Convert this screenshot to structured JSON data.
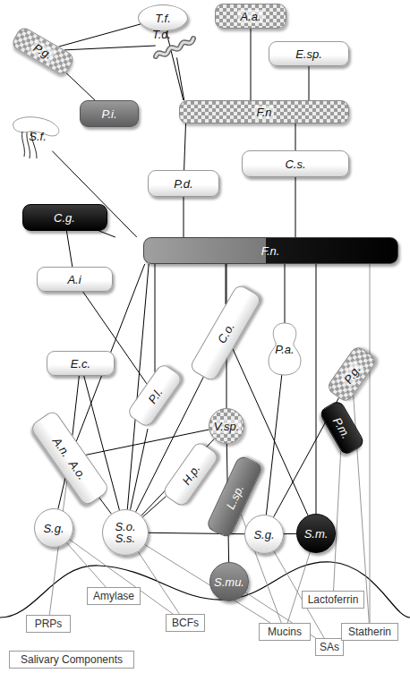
{
  "diagram": {
    "nodes": [
      {
        "text": [
          "P.g."
        ]
      },
      {
        "text": [
          "T.f."
        ]
      },
      {
        "text": [
          "A.a."
        ]
      },
      {
        "text": [
          "T.d."
        ]
      },
      {
        "text": [
          "E.sp."
        ]
      },
      {
        "text": [
          "P.i."
        ]
      },
      {
        "text": [
          "F.n"
        ]
      },
      {
        "text": [
          "S.f."
        ]
      },
      {
        "text": [
          "P.d."
        ]
      },
      {
        "text": [
          "C.s."
        ]
      },
      {
        "text": [
          "C.g."
        ]
      },
      {
        "text": [
          "F.n."
        ]
      },
      {
        "text": [
          "A.i"
        ]
      },
      {
        "text": [
          "C.o."
        ]
      },
      {
        "text": [
          "P.a."
        ]
      },
      {
        "text": [
          "P.g."
        ]
      },
      {
        "text": [
          "E.c."
        ]
      },
      {
        "text": [
          "P.l."
        ]
      },
      {
        "text": [
          "V.sp."
        ]
      },
      {
        "text": [
          "P.m."
        ]
      },
      {
        "text": [
          "A.n.",
          "A.o."
        ]
      },
      {
        "text": [
          "H.p."
        ]
      },
      {
        "text": [
          "L.sp."
        ]
      },
      {
        "text": [
          "S.g."
        ]
      },
      {
        "text": [
          "S.o.",
          "S.s."
        ]
      },
      {
        "text": [
          "S.g."
        ]
      },
      {
        "text": [
          "S.m."
        ]
      },
      {
        "text": [
          "S.mu."
        ]
      },
      {
        "text": [
          "PRPs"
        ]
      },
      {
        "text": [
          "Amylase"
        ]
      },
      {
        "text": [
          "BCFs"
        ]
      },
      {
        "text": [
          "Mucins"
        ]
      },
      {
        "text": [
          "Lactoferrin"
        ]
      },
      {
        "text": [
          "SAs"
        ]
      },
      {
        "text": [
          "Statherin"
        ]
      },
      {
        "text": [
          "Salivary Components"
        ]
      }
    ],
    "edges": [
      {
        "from": 0,
        "to": 1,
        "arrow": "none"
      },
      {
        "from": 0,
        "to": 3,
        "arrow": "none"
      },
      {
        "from": 0,
        "to": 5,
        "arrow": "none"
      },
      {
        "from": 1,
        "to": 6,
        "arrow": "none"
      },
      {
        "from": 3,
        "to": 6,
        "arrow": "none"
      },
      {
        "from": 2,
        "to": 6,
        "arrow": "none"
      },
      {
        "from": 4,
        "to": 6,
        "arrow": "none"
      },
      {
        "from": 5,
        "to": 6,
        "arrow": "none"
      },
      {
        "from": 6,
        "to": 8,
        "arrow": "none"
      },
      {
        "from": 6,
        "to": 9,
        "arrow": "none"
      },
      {
        "from": 7,
        "to": 11,
        "arrow": "none"
      },
      {
        "from": 8,
        "to": 11,
        "arrow": "none"
      },
      {
        "from": 9,
        "to": 11,
        "arrow": "none"
      },
      {
        "from": 10,
        "to": 11,
        "arrow": "none"
      },
      {
        "from": 10,
        "to": 12,
        "arrow": "none"
      },
      {
        "from": 12,
        "to": 17,
        "arrow": "none"
      },
      {
        "from": 11,
        "to": 20,
        "arrow": "none"
      },
      {
        "from": 11,
        "to": 17,
        "arrow": "none"
      },
      {
        "from": 11,
        "to": 18,
        "arrow": "none"
      },
      {
        "from": 11,
        "to": 24,
        "arrow": "none"
      },
      {
        "from": 11,
        "to": 13,
        "arrow": "none"
      },
      {
        "from": 11,
        "to": 14,
        "arrow": "none"
      },
      {
        "from": 11,
        "to": 26,
        "arrow": "none"
      },
      {
        "from": 11,
        "to": 34,
        "arrow": "none"
      },
      {
        "from": 13,
        "to": 24,
        "arrow": "none"
      },
      {
        "from": 13,
        "to": 26,
        "arrow": "none"
      },
      {
        "from": 14,
        "to": 25,
        "arrow": "none"
      },
      {
        "from": 15,
        "to": 25,
        "arrow": "none"
      },
      {
        "from": 15,
        "to": 34,
        "arrow": "none"
      },
      {
        "from": 19,
        "to": 32,
        "arrow": "none"
      },
      {
        "from": 16,
        "to": 20,
        "arrow": "none"
      },
      {
        "from": 16,
        "to": 24,
        "arrow": "none"
      },
      {
        "from": 17,
        "to": 24,
        "arrow": "none"
      },
      {
        "from": 18,
        "to": 20,
        "arrow": "none"
      },
      {
        "from": 18,
        "to": 24,
        "arrow": "none"
      },
      {
        "from": 18,
        "to": 27,
        "arrow": "none"
      },
      {
        "from": 21,
        "to": 24,
        "arrow": "none"
      },
      {
        "from": 22,
        "to": 31,
        "arrow": "none"
      },
      {
        "from": 20,
        "to": 23,
        "arrow": "none"
      },
      {
        "from": 20,
        "to": 24,
        "arrow": "none"
      },
      {
        "from": 20,
        "to": 28,
        "arrow": "none"
      },
      {
        "from": 23,
        "to": 29,
        "arrow": "none"
      },
      {
        "from": 23,
        "to": 30,
        "arrow": "none"
      },
      {
        "from": 24,
        "to": 30,
        "arrow": "none"
      },
      {
        "from": 24,
        "to": 31,
        "arrow": "none"
      },
      {
        "from": 24,
        "to": 25,
        "arrow": "none"
      },
      {
        "from": 25,
        "to": 26,
        "arrow": "none"
      },
      {
        "from": 25,
        "to": 33,
        "arrow": "none"
      },
      {
        "from": 27,
        "to": 33,
        "arrow": "none"
      },
      {
        "from": 26,
        "to": 31,
        "arrow": "none"
      }
    ]
  }
}
